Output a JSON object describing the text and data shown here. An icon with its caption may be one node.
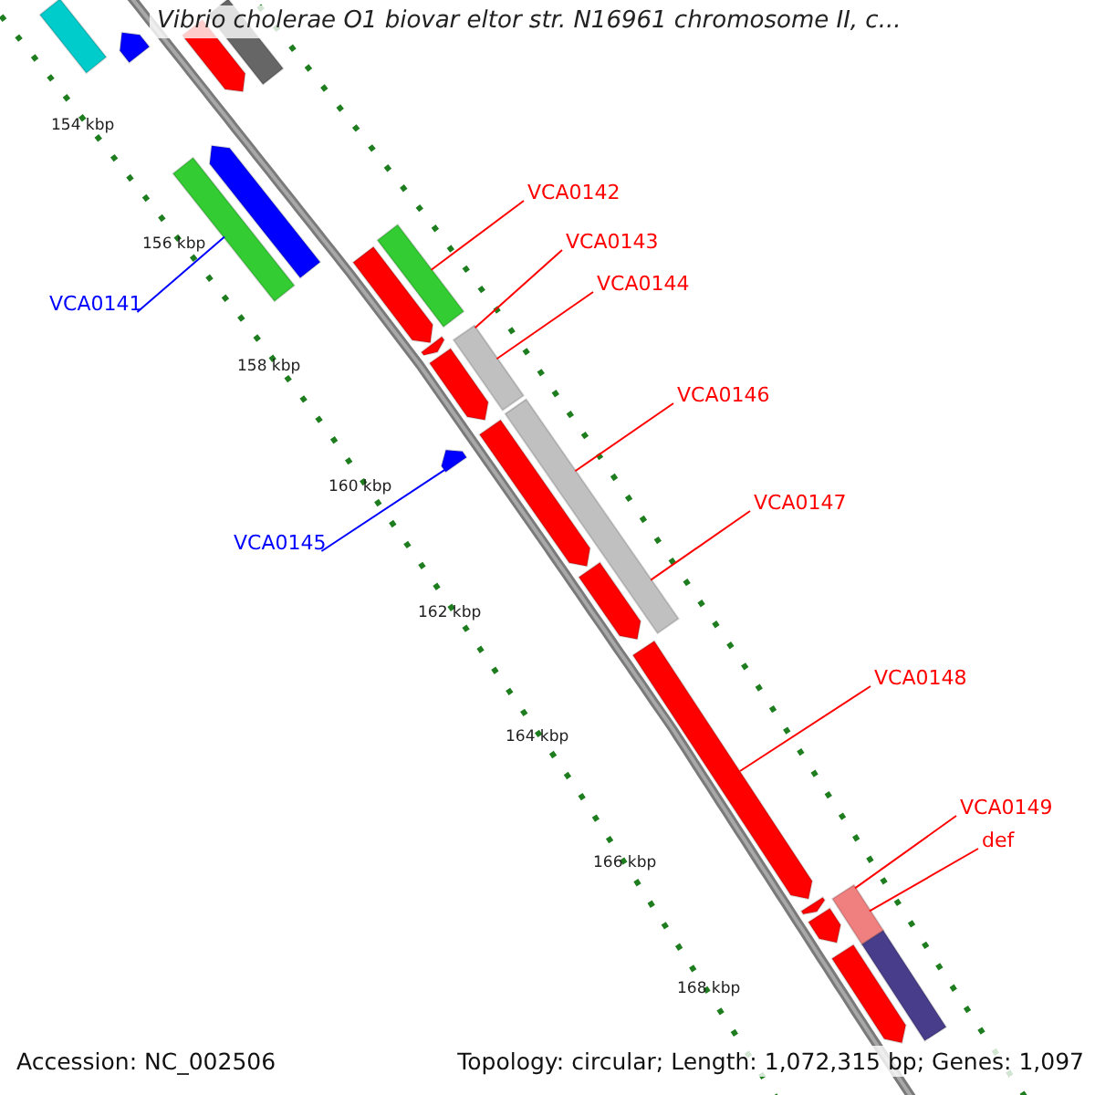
{
  "diagram": {
    "title": "Vibrio cholerae O1 biovar eltor str. N16961 chromosome II, c...",
    "nodes": [
      {
        "text": [
          "VCA0142"
        ]
      },
      {
        "text": [
          "VCA0143"
        ]
      },
      {
        "text": [
          "VCA0144"
        ]
      },
      {
        "text": [
          "VCA0141"
        ]
      },
      {
        "text": [
          "VCA0146"
        ]
      },
      {
        "text": [
          "VCA0147"
        ]
      },
      {
        "text": [
          "VCA0145"
        ]
      },
      {
        "text": [
          "VCA0148"
        ]
      },
      {
        "text": [
          "VCA0149"
        ]
      },
      {
        "text": [
          "def"
        ]
      },
      {
        "text": [],
        "shape": "bar"
      },
      {
        "text": [],
        "shape": "bar"
      },
      {
        "text": [],
        "shape": "bar"
      },
      {
        "text": [],
        "shape": "bar"
      },
      {
        "text": [],
        "shape": "bar"
      },
      {
        "text": [],
        "shape": "bar"
      },
      {
        "text": [],
        "shape": "bar"
      },
      {
        "text": [],
        "shape": "bar"
      },
      {
        "text": [],
        "shape": "bar"
      },
      {
        "text": [],
        "shape": "bar"
      },
      {
        "text": [],
        "shape": "bar"
      },
      {
        "text": [],
        "shape": "bar"
      },
      {
        "text": [],
        "shape": "bar"
      },
      {
        "text": [],
        "shape": "bar"
      },
      {
        "text": [],
        "shape": "bar"
      },
      {
        "text": [],
        "shape": "bar"
      },
      {
        "text": [],
        "shape": "bar"
      },
      {
        "text": [],
        "shape": "bar"
      },
      {
        "text": [],
        "shape": "bar"
      },
      {
        "text": [],
        "shape": "bar"
      },
      {
        "text": [],
        "shape": "bar"
      }
    ],
    "edges": [
      {
        "from": 0,
        "to": 17,
        "arrow": "none"
      },
      {
        "from": 1,
        "to": 19,
        "arrow": "none"
      },
      {
        "from": 2,
        "to": 19,
        "arrow": "none"
      },
      {
        "from": 3,
        "to": 14,
        "arrow": "none",
        "color": "#0000ff"
      },
      {
        "from": 4,
        "to": 22,
        "arrow": "none"
      },
      {
        "from": 5,
        "to": 22,
        "arrow": "none"
      },
      {
        "from": 6,
        "to": 21,
        "arrow": "none",
        "color": "#0000ff"
      },
      {
        "from": 7,
        "to": 25,
        "arrow": "none"
      },
      {
        "from": 8,
        "to": 27,
        "arrow": "none"
      },
      {
        "from": 9,
        "to": 27,
        "arrow": "none"
      }
    ],
    "labels": [
      "154 kbp",
      "156 kbp",
      "158 kbp",
      "160 kbp",
      "162 kbp",
      "164 kbp",
      "166 kbp",
      "168 kbp",
      "Accession: NC_002506",
      "Topology: circular; Length: 1,072,315 bp; Genes: 1,097"
    ]
  }
}
